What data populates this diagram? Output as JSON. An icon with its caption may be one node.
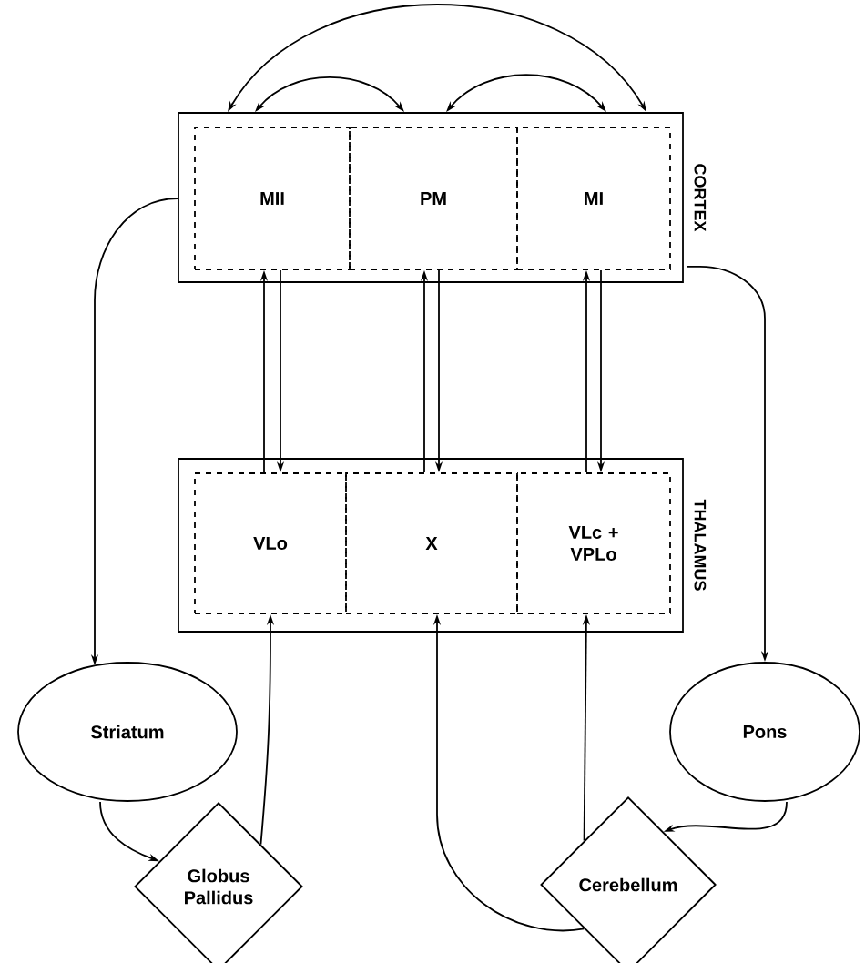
{
  "diagram": {
    "nodes": [
      {
        "text": [
          "CORTEX"
        ]
      },
      {
        "text": [
          "MII"
        ],
        "in": 0
      },
      {
        "text": [
          "PM"
        ],
        "in": 0
      },
      {
        "text": [
          "MI"
        ],
        "in": 0
      },
      {
        "text": [
          "THALAMUS"
        ]
      },
      {
        "text": [
          "VLo"
        ],
        "in": 4
      },
      {
        "text": [
          "X"
        ],
        "in": 4
      },
      {
        "text": [
          "VLc + VPLo"
        ],
        "in": 4
      },
      {
        "text": [
          "Striatum"
        ]
      },
      {
        "text": [
          "Pons"
        ]
      },
      {
        "text": [
          "Globus Pallidus"
        ]
      },
      {
        "text": [
          "Cerebellum"
        ]
      }
    ],
    "edges": [
      {
        "from": 1,
        "to": 3,
        "arrow": "both"
      },
      {
        "from": 1,
        "to": 2,
        "arrow": "both"
      },
      {
        "from": 2,
        "to": 3,
        "arrow": "both"
      },
      {
        "from": 5,
        "to": 1,
        "arrow": "to"
      },
      {
        "from": 1,
        "to": 5,
        "arrow": "to"
      },
      {
        "from": 6,
        "to": 2,
        "arrow": "to"
      },
      {
        "from": 2,
        "to": 6,
        "arrow": "to"
      },
      {
        "from": 7,
        "to": 3,
        "arrow": "to"
      },
      {
        "from": 3,
        "to": 7,
        "arrow": "to"
      },
      {
        "from": 1,
        "to": 8,
        "arrow": "to"
      },
      {
        "from": 3,
        "to": 9,
        "arrow": "to"
      },
      {
        "from": 8,
        "to": 10,
        "arrow": "to"
      },
      {
        "from": 10,
        "to": 5,
        "arrow": "to"
      },
      {
        "from": 9,
        "to": 11,
        "arrow": "to"
      },
      {
        "from": 11,
        "to": 6,
        "arrow": "to"
      },
      {
        "from": 11,
        "to": 7,
        "arrow": "to"
      }
    ]
  }
}
